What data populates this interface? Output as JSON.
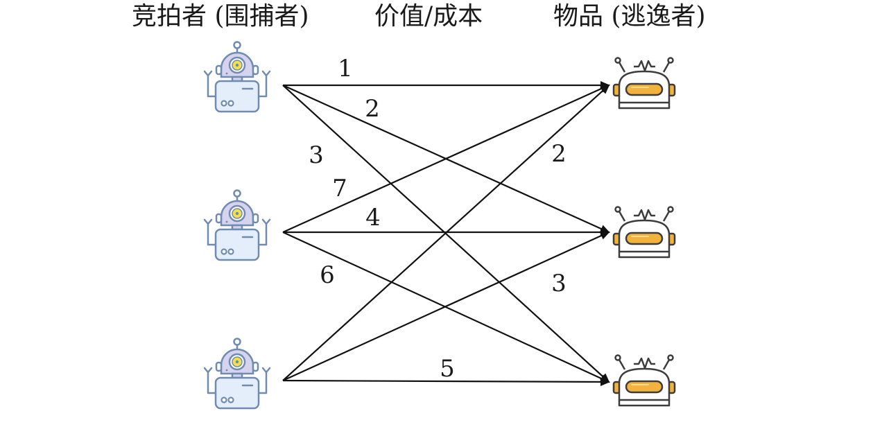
{
  "headers": {
    "bidders": "竞拍者 (围捕者)",
    "value_cost": "价值/成本",
    "items": "物品 (逃逸者)"
  },
  "nodes": {
    "bidders": [
      {
        "id": "bidder-1",
        "icon": "robot-pursuer-icon"
      },
      {
        "id": "bidder-2",
        "icon": "robot-pursuer-icon"
      },
      {
        "id": "bidder-3",
        "icon": "robot-pursuer-icon"
      }
    ],
    "items": [
      {
        "id": "item-1",
        "icon": "robot-evader-icon"
      },
      {
        "id": "item-2",
        "icon": "robot-evader-icon"
      },
      {
        "id": "item-3",
        "icon": "robot-evader-icon"
      }
    ]
  },
  "edges": [
    {
      "from": 0,
      "to": 0,
      "label": "1"
    },
    {
      "from": 0,
      "to": 1,
      "label": "2"
    },
    {
      "from": 0,
      "to": 2,
      "label": "3"
    },
    {
      "from": 1,
      "to": 0,
      "label": "7"
    },
    {
      "from": 1,
      "to": 1,
      "label": "4"
    },
    {
      "from": 1,
      "to": 2,
      "label": "6"
    },
    {
      "from": 2,
      "to": 0,
      "label": "2"
    },
    {
      "from": 2,
      "to": 1,
      "label": "3"
    },
    {
      "from": 2,
      "to": 2,
      "label": "5"
    }
  ],
  "colors": {
    "pursuer_outline": "#6f8bb0",
    "pursuer_head_fill": "#d6d3ef",
    "pursuer_body_fill": "#e4eefb",
    "pursuer_eye": "#f2e14a",
    "evader_outline": "#3c3c3c",
    "evader_visor": "#f2b23e",
    "edge": "#111111"
  }
}
